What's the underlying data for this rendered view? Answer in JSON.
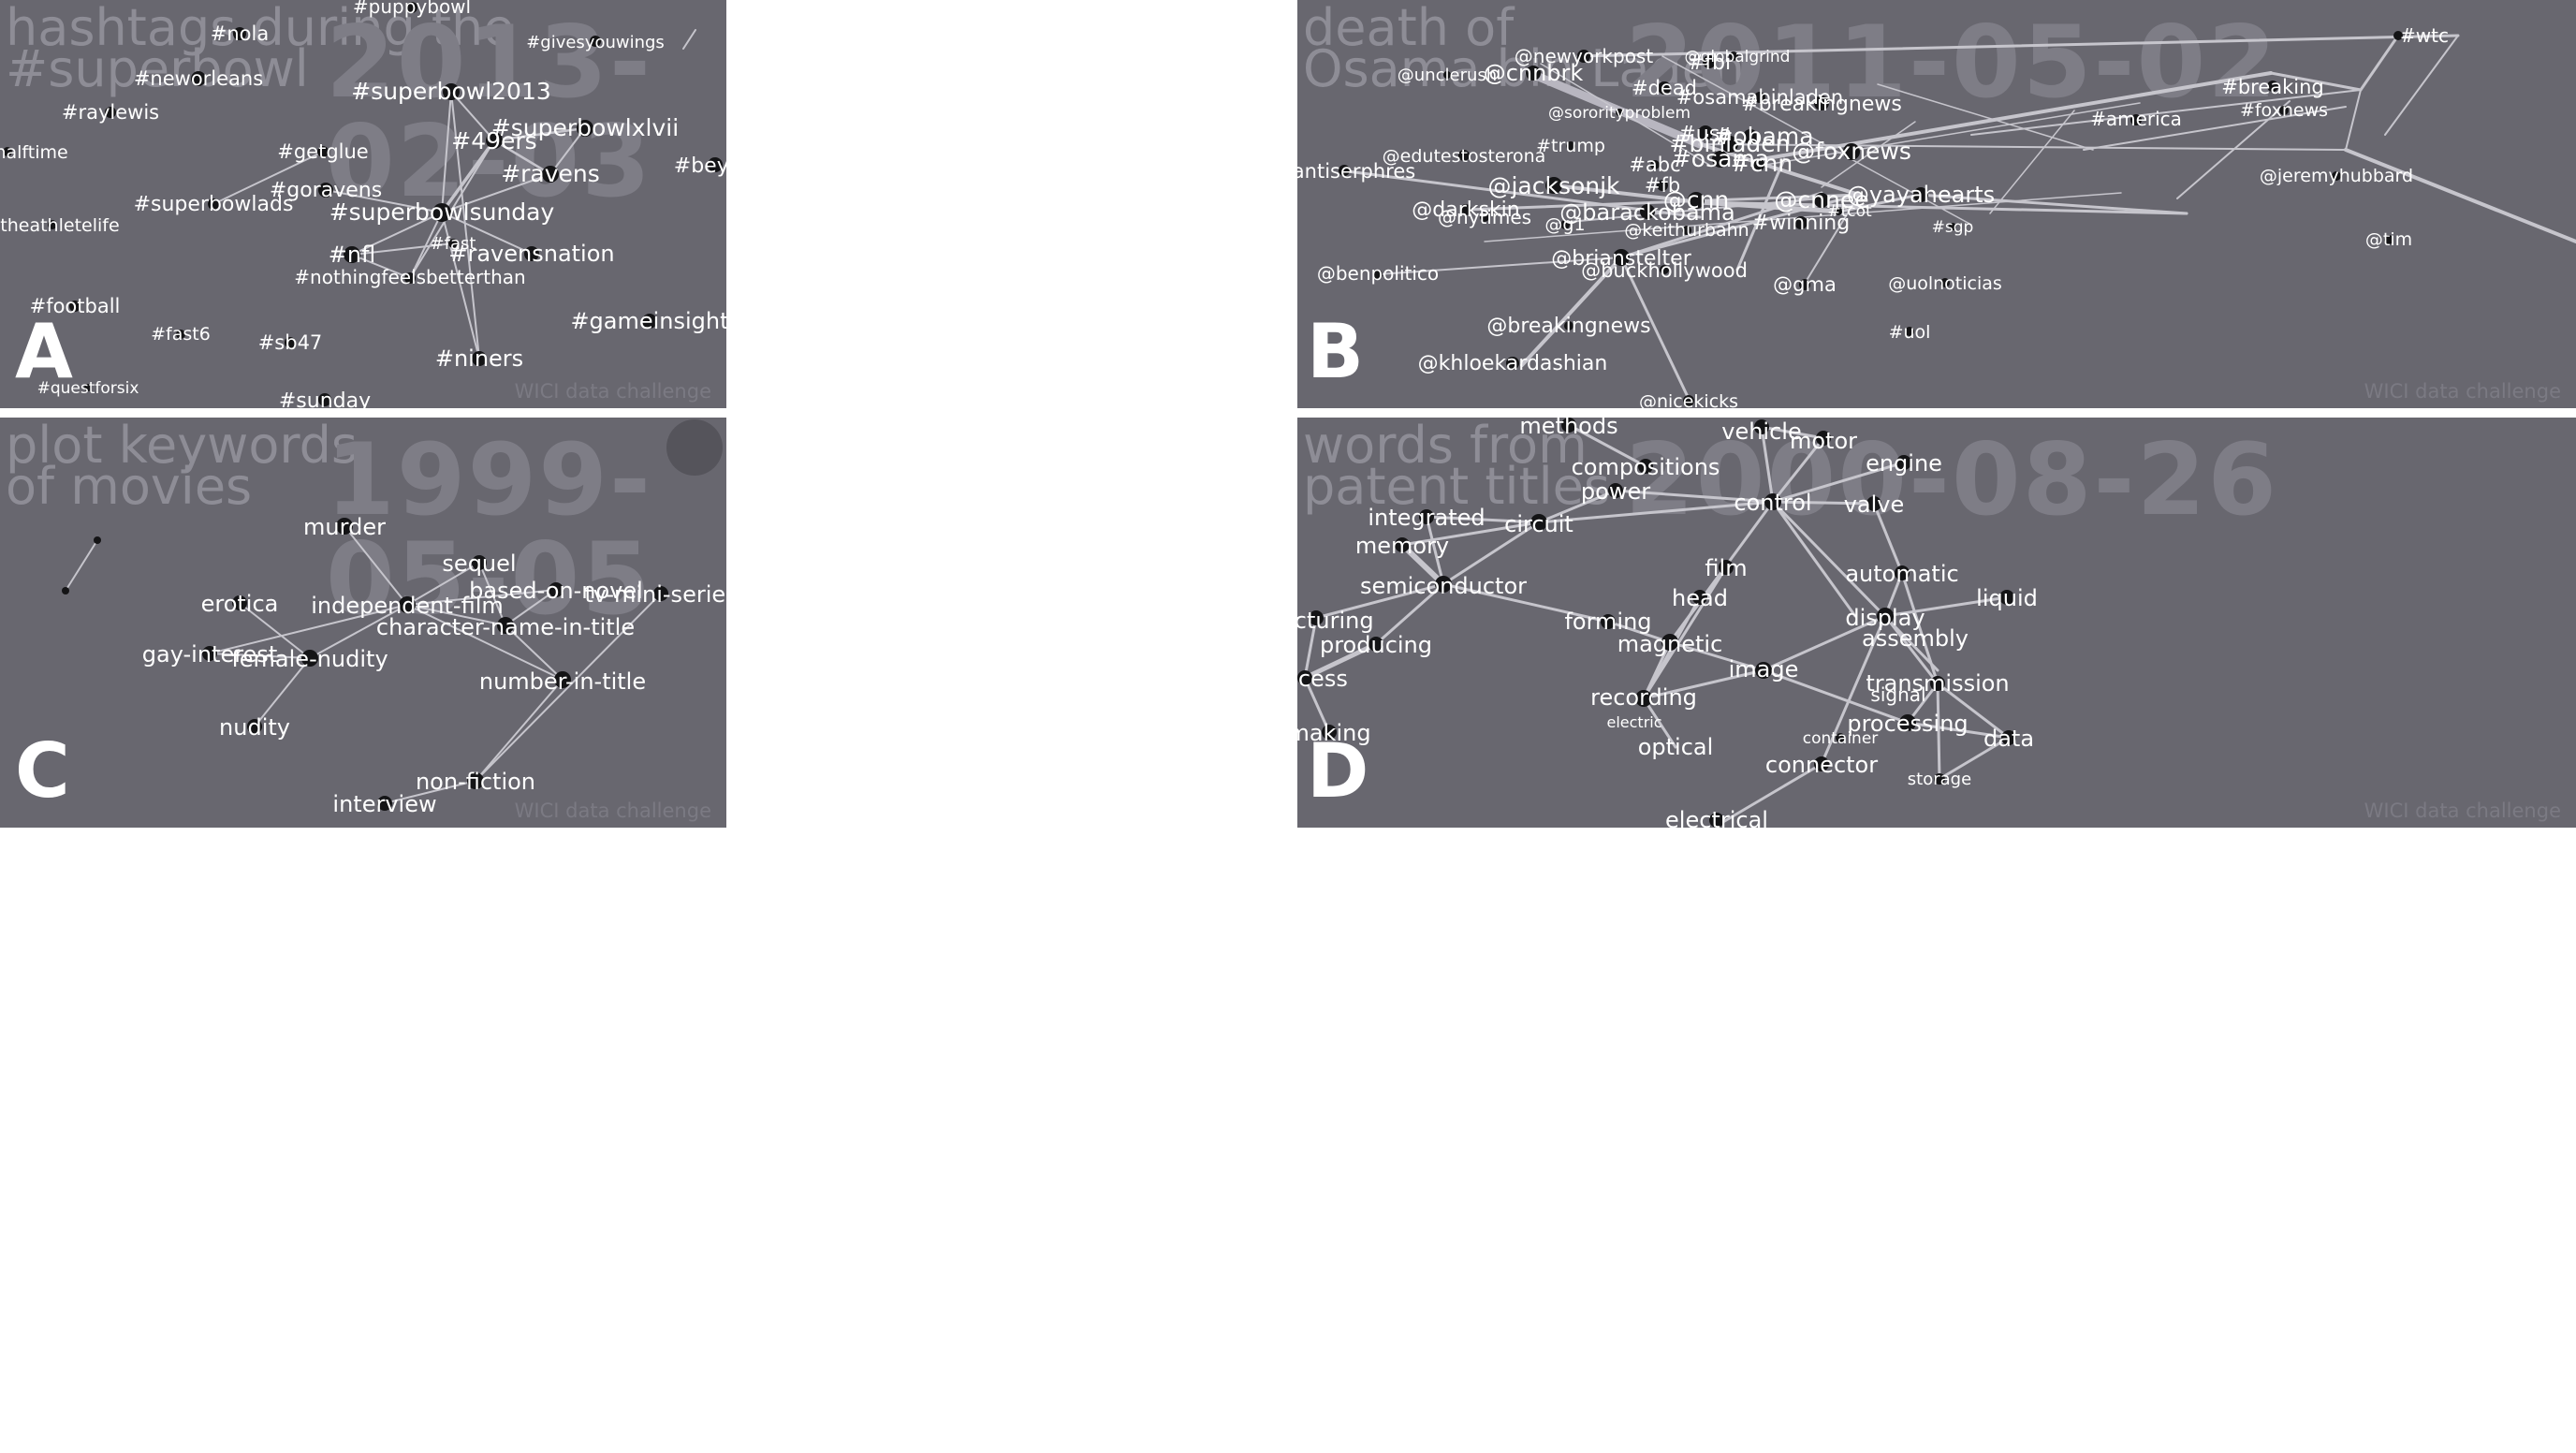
{
  "footer": "WICI data challenge",
  "colors": {
    "panel_background": "#68676f",
    "node": "#141416",
    "edge": "#c6c5cc",
    "label": "#ffffff"
  },
  "panels": {
    "a": {
      "letter": "A",
      "title": "hashtags during the\n#superbowl",
      "date": "2013-02-03",
      "nodes": {
        "puppybowl": "#puppybowl",
        "nola": "#nola",
        "givesyouwings": "#givesyouwings",
        "neworleans": "#neworleans",
        "superbowl2013": "#superbowl2013",
        "raylewis": "#raylewis",
        "superbowlxlvii": "#superbowlxlvii",
        "49ers": "#49ers",
        "halftime": "sihalftime",
        "getglue": "#getglue",
        "ravens": "#ravens",
        "beyonce": "#beyo",
        "goravens": "#goravens",
        "superbowlads": "#superbowlads",
        "superbowlsunday": "#superbowlsunday",
        "theathletelife": "#theathletelife",
        "fast": "#fast",
        "nfl": "#nfl",
        "ravensnation": "#ravensnation",
        "nothingfeelsbetterthan": "#nothingfeelsbetterthan",
        "football": "#football",
        "gameinsight": "#gameinsight",
        "fast6": "#fast6",
        "sb47": "#sb47",
        "niners": "#niners",
        "questforsix": "#questforsix",
        "sunday": "#sunday"
      }
    },
    "b": {
      "letter": "B",
      "title": "death of\nOsama bin Laden",
      "date": "2011-05-02",
      "nodes": {
        "wtc": "#wtc",
        "newyorkpost": "@newyorkpost",
        "globalgrind": "@globalgrind",
        "fbi": "#fbi",
        "unclerush": "@unclerush",
        "cnnbrk": "@cnnbrk",
        "dead": "#dead",
        "breaking": "#breaking",
        "osamabinladen": "#osamabinladen",
        "breakingnews_tag": "#breakingnews",
        "sororityproblem": "@sororityproblem",
        "america": "#america",
        "foxnews_tag": "#foxnews",
        "usa": "#usa",
        "obama": "#obama",
        "binladen": "#binladen",
        "trump": "#trump",
        "foxnews": "@foxnews",
        "edutestosterona": "@edutestosterona",
        "osama": "#osama",
        "cnn_tag": "#cnn",
        "abc": "#abc",
        "jeremyhubbard": "@jeremyhubbard",
        "antiserphres": "@antiserphres",
        "fb": "#fb",
        "jacksonjk": "@jacksonjk",
        "yayahearts": "@yayahearts",
        "cnn": "@cnn",
        "cnnee": "@cnnee",
        "tcot": "#tcot",
        "darkskin": "@darkskin",
        "barackobama": "@barackobama",
        "nytimes": "@nytimes",
        "g1": "@g1",
        "winning": "#winning",
        "sgp": "#sgp",
        "keithurbahn": "@keithurbahn",
        "time": "@tim",
        "brianstelter": "@brianstelter",
        "benpolitico": "@benpolitico",
        "buckhollywood": "@buckhollywood",
        "gma": "@gma",
        "uolnoticias": "@uolnoticias",
        "breakingnews": "@breakingnews",
        "uol": "#uol",
        "khloekardashian": "@khloekardashian",
        "nicekicks": "@nicekicks"
      }
    },
    "c": {
      "letter": "C",
      "title": "plot keywords\nof movies",
      "date": "1999-05-05",
      "nodes": {
        "murder": "murder",
        "sequel": "sequel",
        "based_on_novel": "based-on-novel",
        "tv_mini_series": "tv-mini-series",
        "erotica": "erotica",
        "independent_film": "independent-film",
        "character_name_in_title": "character-name-in-title",
        "gay_interest": "gay-interest",
        "female_nudity": "female-nudity",
        "number_in_title": "number-in-title",
        "nudity": "nudity",
        "non_fiction": "non-fiction",
        "interview": "interview"
      }
    },
    "d": {
      "letter": "D",
      "title": "words from\npatent titles",
      "date": "2000-08-26",
      "nodes": {
        "methods": "methods",
        "vehicle": "vehicle",
        "motor": "motor",
        "compositions": "compositions",
        "engine": "engine",
        "power": "power",
        "control": "control",
        "valve": "valve",
        "integrated": "integrated",
        "circuit": "circuit",
        "memory": "memory",
        "film": "film",
        "automatic": "automatic",
        "semiconductor": "semiconductor",
        "head": "head",
        "liquid": "liquid",
        "manufacturing": "ufacturing",
        "forming": "forming",
        "display": "display",
        "producing": "producing",
        "magnetic": "magnetic",
        "assembly": "assembly",
        "process": "ocess",
        "image": "image",
        "transmission": "transmission",
        "recording": "recording",
        "signal": "signal",
        "electric": "electric",
        "processing": "processing",
        "making": "making",
        "container": "container",
        "optical": "optical",
        "data": "data",
        "connector": "connector",
        "storage": "storage",
        "electrical": "electrical"
      }
    }
  }
}
